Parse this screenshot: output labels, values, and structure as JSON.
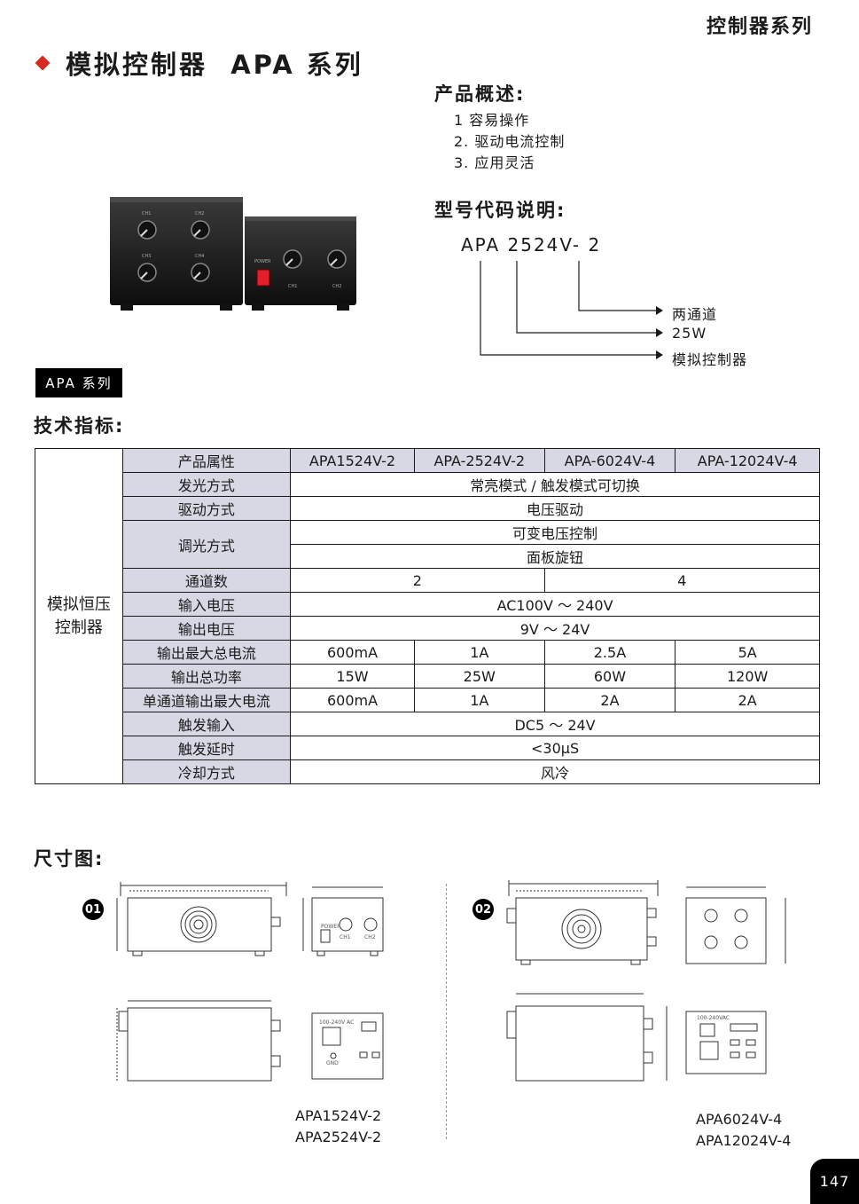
{
  "header": {
    "series": "控制器系列"
  },
  "title": {
    "text": "模拟控制器  APA 系列"
  },
  "overview": {
    "heading": "产品概述:",
    "items": [
      "1 容易操作",
      "2. 驱动电流控制",
      "3. 应用灵活"
    ]
  },
  "model": {
    "heading": "型号代码说明:",
    "code": "APA 2524V- 2",
    "callouts": [
      "两通道",
      "25W",
      "模拟控制器"
    ]
  },
  "product_photo": {
    "small_unit": {
      "power_label": "POWER",
      "knobs": [
        "CH1",
        "CH2"
      ]
    },
    "large_unit": {
      "knobs": [
        "CH1",
        "CH2",
        "CH3",
        "CH4"
      ]
    }
  },
  "series_tag": "APA 系列",
  "specs": {
    "heading": "技术指标:",
    "side_label": "模拟恒压\n控制器",
    "header": [
      "产品属性",
      "APA1524V-2",
      "APA-2524V-2",
      "APA-6024V-4",
      "APA-12024V-4"
    ],
    "rows": {
      "light_mode": {
        "label": "发光方式",
        "value": "常亮模式 / 触发模式可切换"
      },
      "drive_mode": {
        "label": "驱动方式",
        "value": "电压驱动"
      },
      "dimming": {
        "label": "调光方式",
        "values": [
          "可变电压控制",
          "面板旋钮"
        ]
      },
      "channels": {
        "label": "通道数",
        "values": [
          "2",
          "4"
        ]
      },
      "input_voltage": {
        "label": "输入电压",
        "value": "AC100V ～ 240V"
      },
      "output_voltage": {
        "label": "输出电压",
        "value": "9V ～ 24V"
      },
      "max_total_current": {
        "label": "输出最大总电流",
        "values": [
          "600mA",
          "1A",
          "2.5A",
          "5A"
        ]
      },
      "total_power": {
        "label": "输出总功率",
        "values": [
          "15W",
          "25W",
          "60W",
          "120W"
        ]
      },
      "max_channel_current": {
        "label": "单通道输出最大电流",
        "values": [
          "600mA",
          "1A",
          "2A",
          "2A"
        ]
      },
      "trigger_input": {
        "label": "触发输入",
        "value": "DC5 ～ 24V"
      },
      "trigger_delay": {
        "label": "触发延时",
        "value": "<30μS"
      },
      "cooling": {
        "label": "冷却方式",
        "value": "风冷"
      }
    }
  },
  "dimensions": {
    "heading": "尺寸图:",
    "drawings": [
      {
        "badge": "01",
        "models": [
          "APA1524V-2",
          "APA2524V-2"
        ],
        "panel_labels": [
          "POWER",
          "CH1",
          "CH2",
          "100-240V AC",
          "GND"
        ]
      },
      {
        "badge": "02",
        "models": [
          "APA6024V-4",
          "APA12024V-4"
        ],
        "panel_labels": [
          "100-240VAC"
        ]
      }
    ]
  },
  "page_number": "147",
  "colors": {
    "accent": "#d42a22",
    "table_header_bg": "#d7d8e3",
    "tag_bg": "#000000"
  }
}
